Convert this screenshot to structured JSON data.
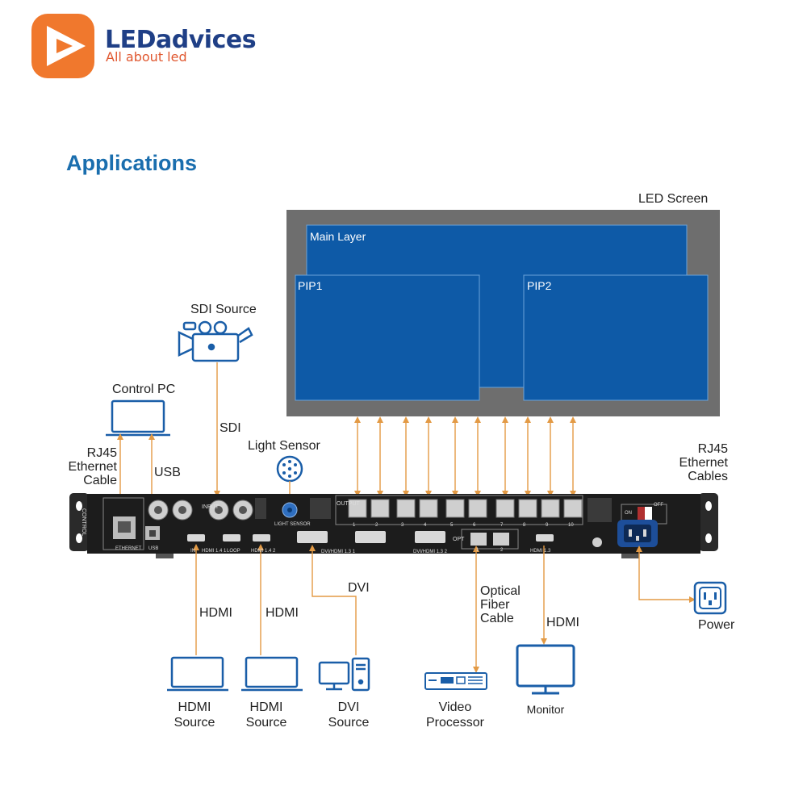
{
  "brand": {
    "name": "LEDadvices",
    "tagline": "All about led",
    "colors": {
      "orange": "#f0782d",
      "navy": "#1f3f86",
      "tagline": "#e0572f"
    }
  },
  "section_title": "Applications",
  "screen": {
    "title": "LED Screen",
    "main_layer": "Main Layer",
    "pip1": "PIP1",
    "pip2": "PIP2",
    "colors": {
      "frame": "#6e6e6e",
      "layer": "#0e5aa7",
      "layer_border": "#6aa2d8"
    }
  },
  "sources_top": {
    "sdi_source": "SDI Source",
    "sdi_cable": "SDI",
    "control_pc": "Control PC",
    "rj45_left": [
      "RJ45",
      "Ethernet",
      "Cable"
    ],
    "usb": "USB",
    "light_sensor": "Light Sensor",
    "rj45_right": [
      "RJ45",
      "Ethernet",
      "Cables"
    ]
  },
  "device_panel": {
    "control": "CONTROL",
    "input": "INPUT",
    "output": "OUTPUT",
    "opt": "OPT",
    "ethernet": "ETHERNET",
    "usb": "USB",
    "light_sensor": "LIGHT SENSOR",
    "in": "IN",
    "loop": "LOOP",
    "hdmi14_1": "HDMI 1.4 1",
    "hdmi14_2": "HDMI 1.4 2",
    "dvi_hdmi13_1": "DVI/HDMI 1.3 1",
    "dvi_hdmi13_2": "DVI/HDMI 1.3 2",
    "hdmi13": "HDMI 1.3",
    "on": "ON",
    "off": "OFF",
    "port_numbers": [
      "1",
      "2",
      "3",
      "4",
      "5",
      "6",
      "7",
      "8",
      "9",
      "10"
    ],
    "opt_numbers": [
      "1",
      "2"
    ]
  },
  "sources_bottom": {
    "hdmi_cable_1": "HDMI",
    "hdmi_cable_2": "HDMI",
    "dvi_cable": "DVI",
    "optical": [
      "Optical",
      "Fiber",
      "Cable"
    ],
    "hdmi_cable_monitor": "HDMI",
    "hdmi_source_1": [
      "HDMI",
      "Source"
    ],
    "hdmi_source_2": [
      "HDMI",
      "Source"
    ],
    "dvi_source": [
      "DVI",
      "Source"
    ],
    "video_processor": [
      "Video",
      "Processor"
    ],
    "monitor": "Monitor",
    "power": "Power"
  },
  "colors": {
    "connector": "#e39a45",
    "icon": "#1a5ea8",
    "device": "#1c1c1c"
  }
}
